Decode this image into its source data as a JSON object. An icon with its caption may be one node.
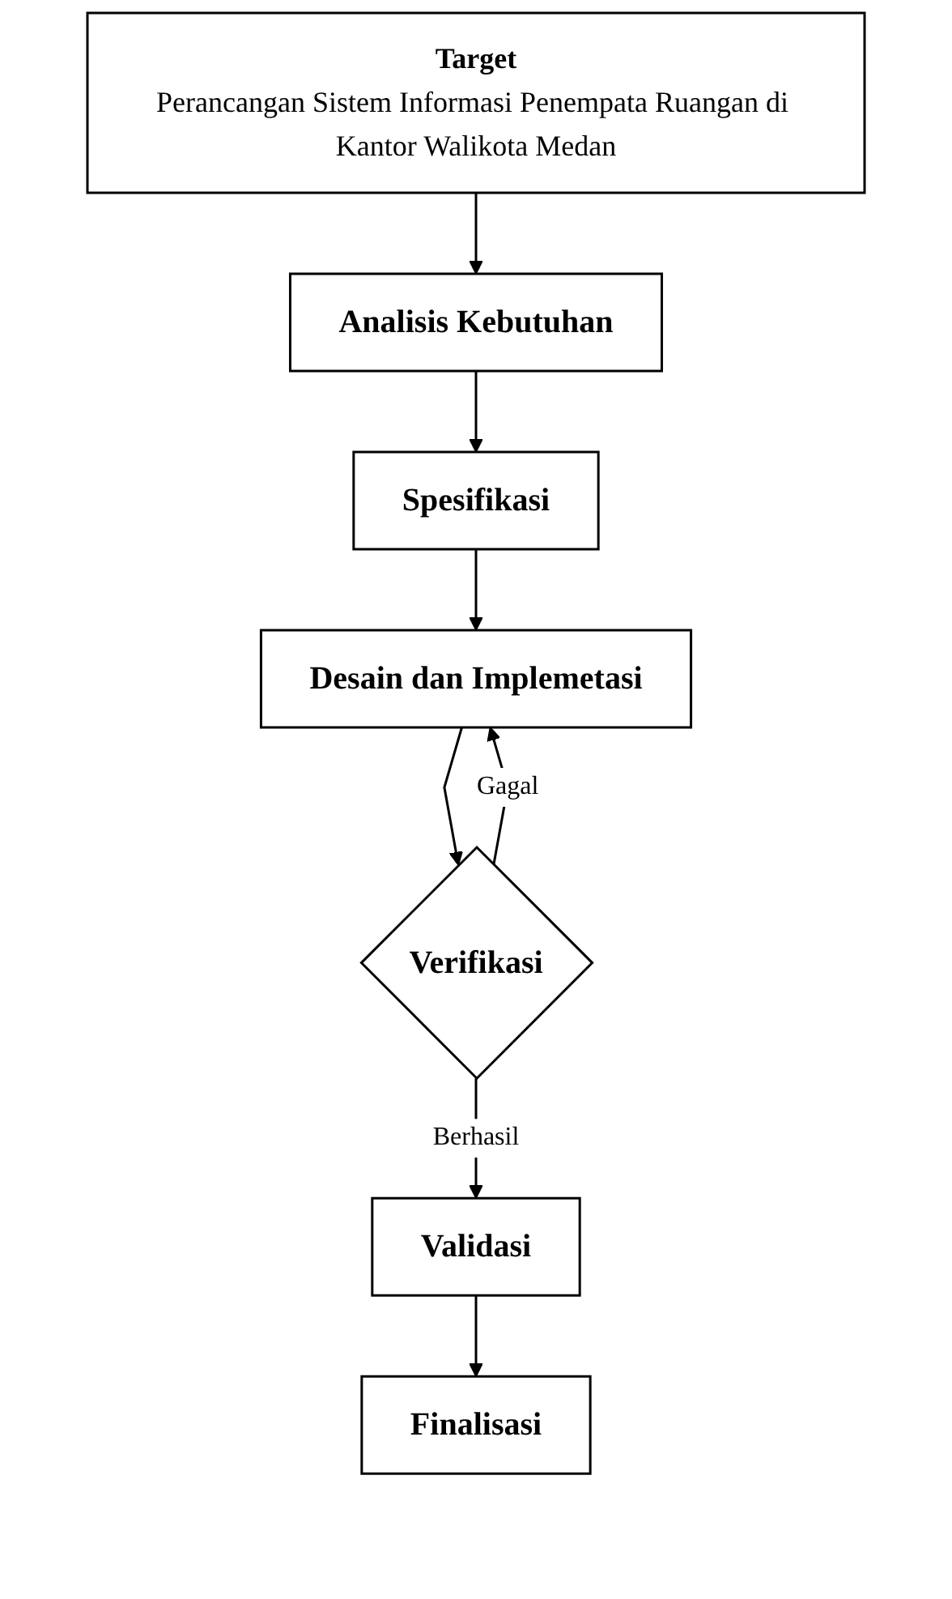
{
  "diagram": {
    "nodes": [
      {
        "text": [
          "Target",
          "Perancangan Sistem Informasi Penempata Ruangan di Kantor Walikota Medan"
        ]
      },
      {
        "text": [
          "Analisis Kebutuhan"
        ]
      },
      {
        "text": [
          "Spesifikasi"
        ]
      },
      {
        "text": [
          "Desain dan Implemetasi"
        ]
      },
      {
        "text": [
          "Verifikasi"
        ]
      },
      {
        "text": [
          "Validasi"
        ]
      },
      {
        "text": [
          "Finalisasi"
        ]
      }
    ],
    "edges": [
      {
        "from": 0,
        "to": 1,
        "arrow": "to"
      },
      {
        "from": 1,
        "to": 2,
        "arrow": "to"
      },
      {
        "from": 2,
        "to": 3,
        "arrow": "to"
      },
      {
        "from": 3,
        "to": 4,
        "arrow": "to"
      },
      {
        "from": 4,
        "to": 3,
        "arrow": "to",
        "label": "Gagal"
      },
      {
        "from": 4,
        "to": 5,
        "arrow": "to",
        "label": "Berhasil"
      },
      {
        "from": 5,
        "to": 6,
        "arrow": "to"
      }
    ]
  }
}
